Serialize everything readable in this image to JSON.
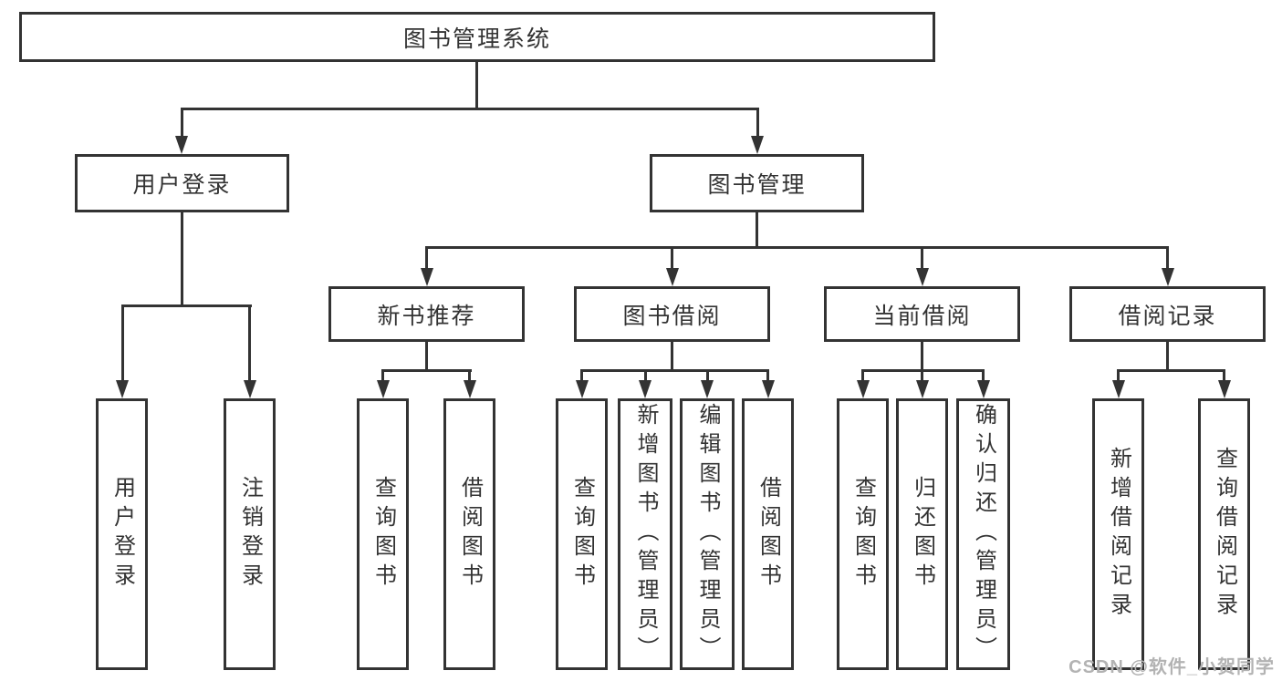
{
  "diagram": {
    "root": {
      "label": "图书管理系统"
    },
    "level2": [
      {
        "label": "用户登录"
      },
      {
        "label": "图书管理"
      }
    ],
    "level3": [
      {
        "label": "新书推荐"
      },
      {
        "label": "图书借阅"
      },
      {
        "label": "当前借阅"
      },
      {
        "label": "借阅记录"
      }
    ],
    "leaves": {
      "user_login": [
        "用户登录",
        "注销登录"
      ],
      "new_book_recommendation": [
        "查询图书",
        "借阅图书"
      ],
      "book_borrowing": [
        "查询图书",
        "新增图书（管理员）",
        "编辑图书（管理员）",
        "借阅图书"
      ],
      "current_borrowing": [
        "查询图书",
        "归还图书",
        "确认归还（管理员）"
      ],
      "borrowing_records": [
        "新增借阅记录",
        "查询借阅记录"
      ]
    }
  },
  "watermark": {
    "text": "CSDN @软件_小贺同学"
  },
  "colors": {
    "line": "#333333",
    "text": "#333333",
    "watermark": "#b3b3b3",
    "background": "#ffffff"
  }
}
